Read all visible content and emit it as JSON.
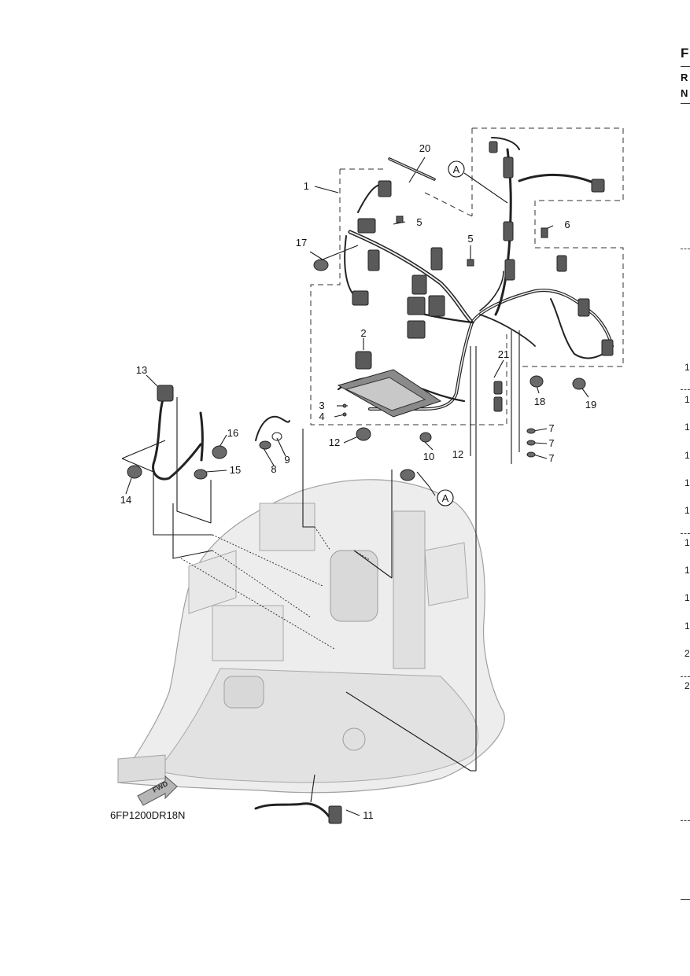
{
  "diagram": {
    "code": "6FP1200DR18N",
    "fwd_label": "FWD",
    "ref_mark": "A",
    "callouts": {
      "c1": "1",
      "c2": "2",
      "c3": "3",
      "c4": "4",
      "c5a": "5",
      "c5b": "5",
      "c6": "6",
      "c7a": "7",
      "c7b": "7",
      "c7c": "7",
      "c8": "8",
      "c9": "9",
      "c10": "10",
      "c11": "11",
      "c12a": "12",
      "c12b": "12",
      "c13": "13",
      "c14": "14",
      "c15": "15",
      "c16": "16",
      "c17": "17",
      "c18": "18",
      "c19": "19",
      "c20": "20",
      "c21": "21"
    }
  },
  "cropped_column": {
    "title": "F",
    "line1": "R",
    "line2": "N",
    "numbers": [
      "1",
      "1",
      "1",
      "1",
      "1",
      "1",
      "1",
      "1",
      "1",
      "1",
      "2",
      "2"
    ]
  },
  "colors": {
    "line": "#1a1a1a",
    "engine_fill": "#ececec",
    "engine_stroke": "#9a9a9a"
  }
}
